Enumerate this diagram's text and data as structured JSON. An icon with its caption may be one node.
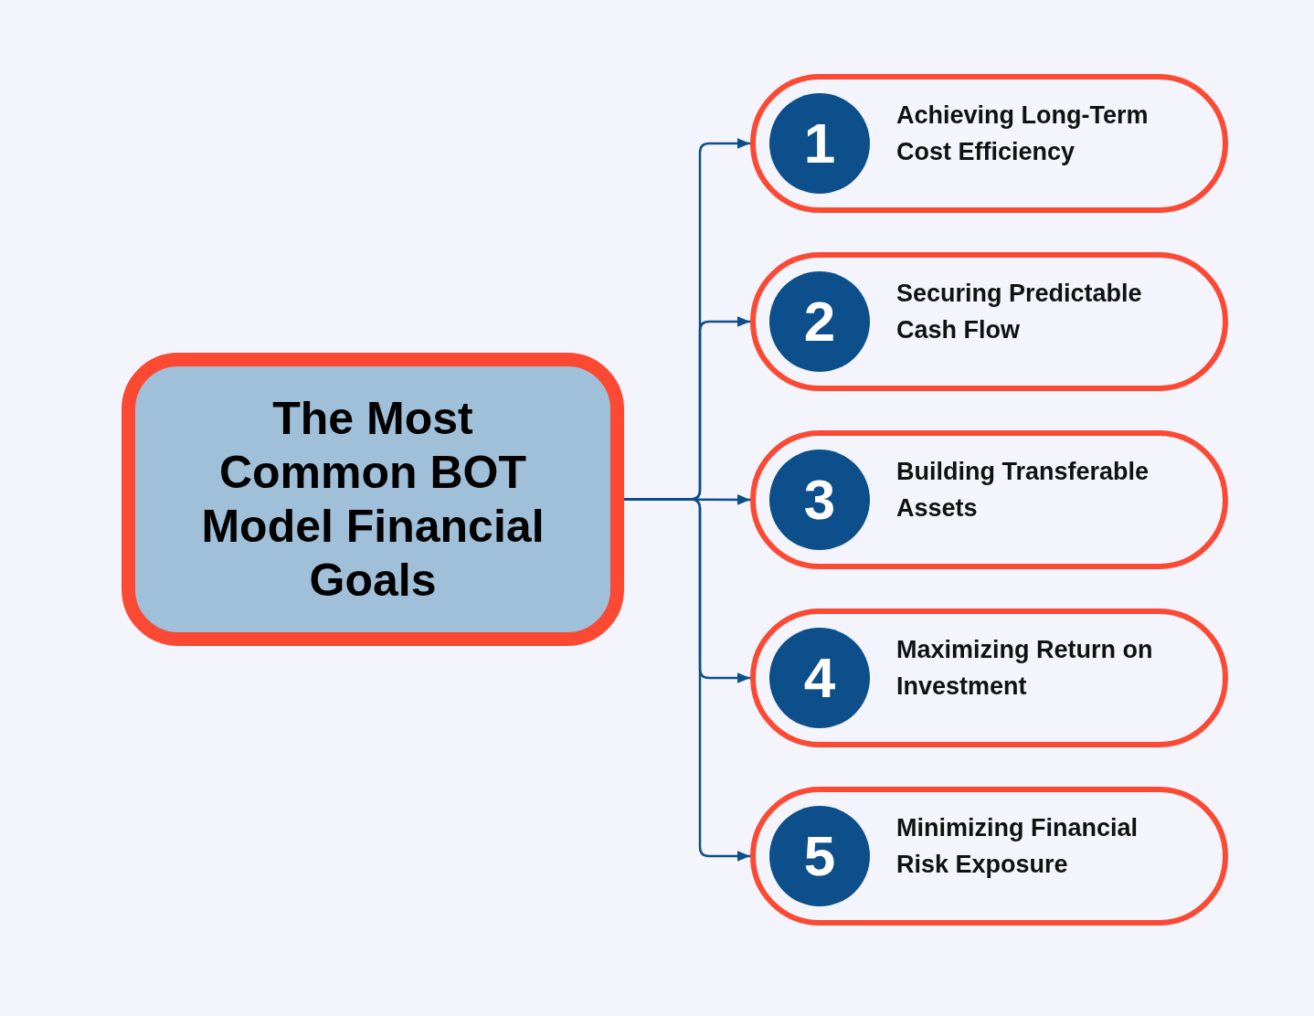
{
  "diagram": {
    "nodes": [
      {
        "text": [
          "The Most Common BOT Model Financial Goals"
        ]
      },
      {
        "text": [
          "Achieving Long-Term Cost Efficiency"
        ]
      },
      {
        "text": [
          "1"
        ],
        "in": 1
      },
      {
        "text": [
          "Securing Predictable Cash Flow"
        ]
      },
      {
        "text": [
          "2"
        ],
        "in": 3
      },
      {
        "text": [
          "Building Transferable Assets"
        ]
      },
      {
        "text": [
          "3"
        ],
        "in": 5
      },
      {
        "text": [
          "Maximizing Return on Investment"
        ]
      },
      {
        "text": [
          "4"
        ],
        "in": 7
      },
      {
        "text": [
          "Minimizing Financial Risk Exposure"
        ]
      },
      {
        "text": [
          "5"
        ],
        "in": 9
      }
    ],
    "edges": [
      {
        "from": 0,
        "to": 1,
        "arrow": "to"
      },
      {
        "from": 0,
        "to": 3,
        "arrow": "to"
      },
      {
        "from": 0,
        "to": 5,
        "arrow": "to"
      },
      {
        "from": 0,
        "to": 7,
        "arrow": "to"
      },
      {
        "from": 0,
        "to": 9,
        "arrow": "to"
      }
    ]
  }
}
